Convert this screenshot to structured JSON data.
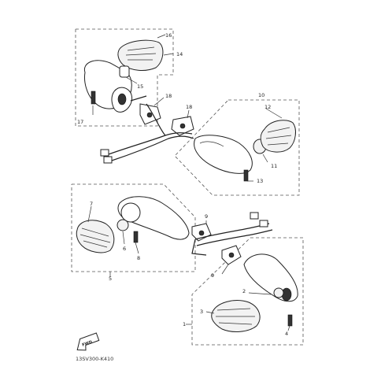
{
  "diagram": {
    "code": "13SV300-K410",
    "fwd_label": "FWD",
    "callouts": {
      "c1": "1",
      "c2": "2",
      "c3": "3",
      "c4": "4",
      "c5": "5",
      "c6": "6",
      "c7": "7",
      "c8": "8",
      "c9a": "9",
      "c9b": "9",
      "c10": "10",
      "c11": "11",
      "c12": "12",
      "c13": "13",
      "c14": "14",
      "c15": "15",
      "c16": "16",
      "c17": "17",
      "c18a": "18",
      "c18b": "18"
    }
  }
}
